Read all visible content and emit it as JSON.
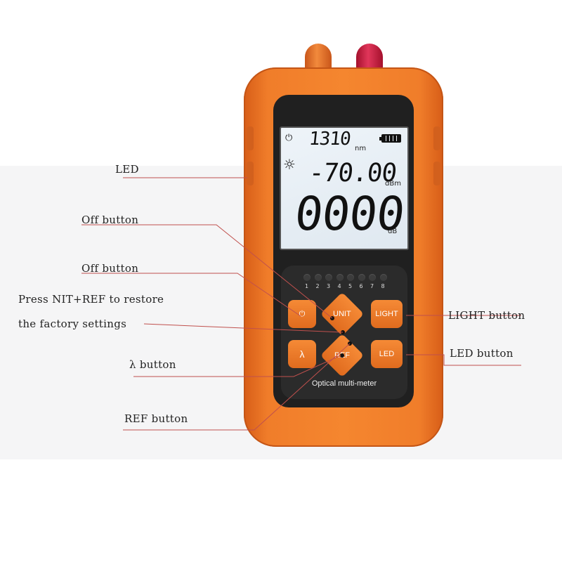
{
  "callouts": {
    "led": "LED",
    "off1": "Off button",
    "off2": "Off button",
    "press_line1": "Press NIT+REF to restore",
    "press_line2": "the factory settings",
    "lambda": "λ button",
    "ref": "REF button",
    "light": "LIGHT button",
    "led_button": "LED button"
  },
  "device": {
    "display": {
      "wavelength": "1310",
      "wavelength_unit": "nm",
      "power": "-70.00",
      "power_unit": "dBm",
      "loss": "0000",
      "loss_unit": "dB"
    },
    "led_numbers": [
      "1",
      "2",
      "3",
      "4",
      "5",
      "6",
      "7",
      "8"
    ],
    "buttons": {
      "unit": "UNIT",
      "light": "LIGHT",
      "lambda": "λ",
      "ref": "REF",
      "led": "LED"
    },
    "caption": "Optical multi-meter"
  },
  "colors": {
    "body": "#f5862f",
    "plug_left": "#f28a3c",
    "plug_right": "#e0365a",
    "face": "#202020",
    "lcd": "#e6eef5",
    "leader_line": "#c0504d"
  }
}
